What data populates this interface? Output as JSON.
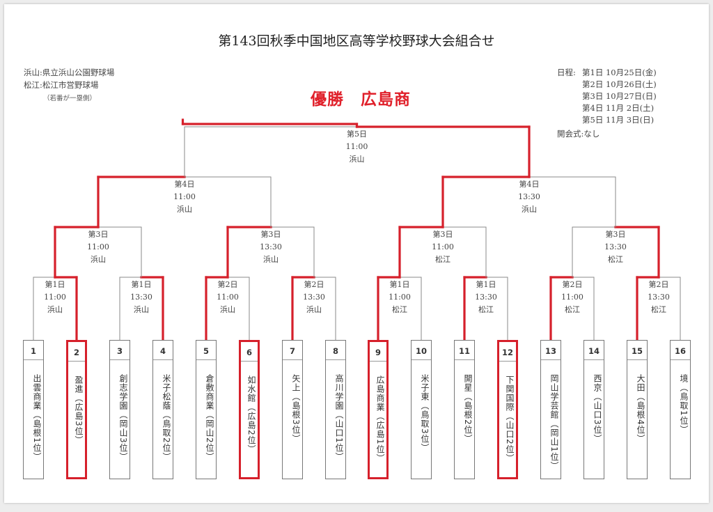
{
  "title": "第143回秋季中国地区高等学校野球大会組合せ",
  "venues": [
    "浜山:県立浜山公園野球場",
    "松江:松江市営野球場"
  ],
  "seed_note": "（若番が一塁側）",
  "schedule_label": "日程:",
  "schedule": [
    "第1日 10月25日(金)",
    "第2日 10月26日(土)",
    "第3日 10月27日(日)",
    "第4日 11月 2日(土)",
    "第5日 11月 3日(日)"
  ],
  "opening": "開会式:なし",
  "winner_text": "優勝　広島商",
  "accent_color": "#d6202b",
  "matches": {
    "r1": [
      {
        "day": "第1日",
        "time": "11:00",
        "venue": "浜山"
      },
      {
        "day": "第1日",
        "time": "13:30",
        "venue": "浜山"
      },
      {
        "day": "第2日",
        "time": "11:00",
        "venue": "浜山"
      },
      {
        "day": "第2日",
        "time": "13:30",
        "venue": "浜山"
      },
      {
        "day": "第1日",
        "time": "11:00",
        "venue": "松江"
      },
      {
        "day": "第1日",
        "time": "13:30",
        "venue": "松江"
      },
      {
        "day": "第2日",
        "time": "11:00",
        "venue": "松江"
      },
      {
        "day": "第2日",
        "time": "13:30",
        "venue": "松江"
      }
    ],
    "qf": [
      {
        "day": "第3日",
        "time": "11:00",
        "venue": "浜山"
      },
      {
        "day": "第3日",
        "time": "13:30",
        "venue": "浜山"
      },
      {
        "day": "第3日",
        "time": "11:00",
        "venue": "松江"
      },
      {
        "day": "第3日",
        "time": "13:30",
        "venue": "松江"
      }
    ],
    "sf": [
      {
        "day": "第4日",
        "time": "11:00",
        "venue": "浜山"
      },
      {
        "day": "第4日",
        "time": "13:30",
        "venue": "浜山"
      }
    ],
    "final": [
      {
        "day": "第5日",
        "time": "11:00",
        "venue": "浜山"
      }
    ]
  },
  "teams": [
    {
      "num": "1",
      "name": "出雲商業（島根1位）",
      "advanced": false
    },
    {
      "num": "2",
      "name": "盈進（広島3位）",
      "advanced": true
    },
    {
      "num": "3",
      "name": "創志学園（岡山3位）",
      "advanced": false
    },
    {
      "num": "4",
      "name": "米子松蔭（鳥取2位）",
      "advanced": false
    },
    {
      "num": "5",
      "name": "倉敷商業（岡山2位）",
      "advanced": false
    },
    {
      "num": "6",
      "name": "如水館（広島2位）",
      "advanced": true
    },
    {
      "num": "7",
      "name": "矢上（島根3位）",
      "advanced": false
    },
    {
      "num": "8",
      "name": "高川学園（山口1位）",
      "advanced": false
    },
    {
      "num": "9",
      "name": "広島商業（広島1位）",
      "advanced": true
    },
    {
      "num": "10",
      "name": "米子東（鳥取3位）",
      "advanced": false
    },
    {
      "num": "11",
      "name": "開星（島根2位）",
      "advanced": false
    },
    {
      "num": "12",
      "name": "下関国際（山口2位）",
      "advanced": true
    },
    {
      "num": "13",
      "name": "岡山学芸館（岡山1位）",
      "advanced": false
    },
    {
      "num": "14",
      "name": "西京（山口3位）",
      "advanced": false
    },
    {
      "num": "15",
      "name": "大田（島根4位）",
      "advanced": false
    },
    {
      "num": "16",
      "name": "境（鳥取1位）",
      "advanced": false
    }
  ],
  "results": {
    "r1_winner_side": [
      "R",
      "R",
      "L",
      "L",
      "L",
      "L",
      "L",
      "L"
    ],
    "qf_winner_side": [
      "L",
      "L",
      "L",
      "R"
    ],
    "sf_winner_side": [
      "L",
      "L"
    ],
    "final_winner_side": [
      "R"
    ]
  }
}
